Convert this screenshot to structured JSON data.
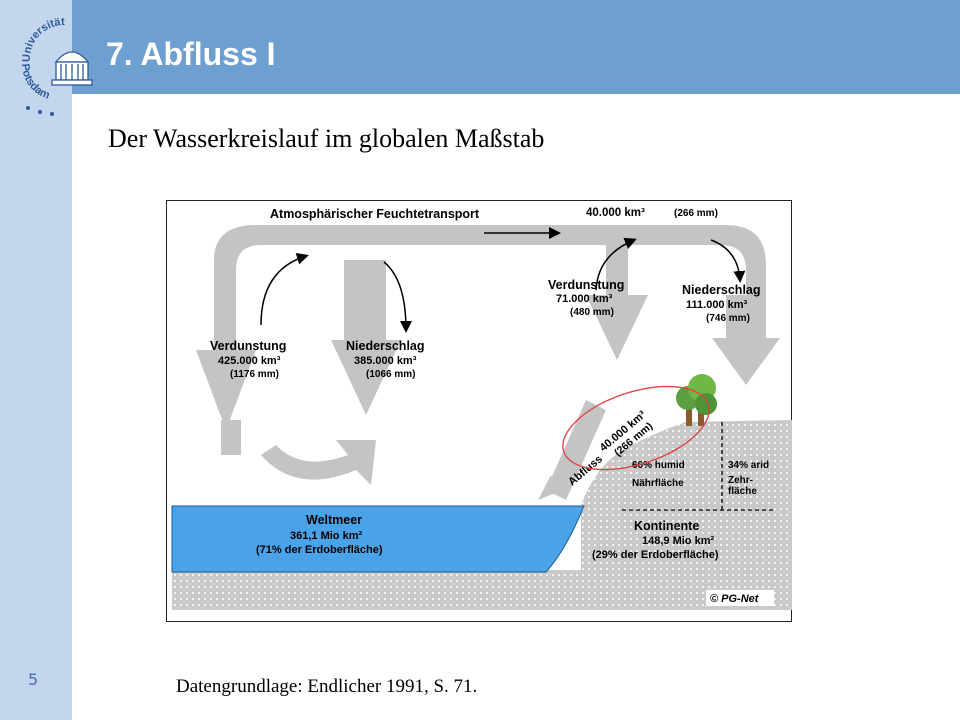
{
  "header": {
    "title": "7. Abfluss I",
    "logo_arc_top": "Universität",
    "logo_arc_bottom": "Potsdam"
  },
  "subtitle": "Der Wasserkreislauf im globalen Maßstab",
  "page_number": "5",
  "source": "Datengrundlage: Endlicher 1991, S. 71.",
  "diagram": {
    "transport_label": "Atmosphärischer Feuchtetransport",
    "transport_value": "40.000 km³",
    "transport_mm": "(266 mm)",
    "ocean_evap": {
      "label": "Verdunstung",
      "value": "425.000 km³",
      "mm": "(1176 mm)"
    },
    "ocean_precip": {
      "label": "Niederschlag",
      "value": "385.000 km³",
      "mm": "(1066 mm)"
    },
    "land_evap": {
      "label": "Verdunstung",
      "value": "71.000 km³",
      "mm": "(480 mm)"
    },
    "land_precip": {
      "label": "Niederschlag",
      "value": "111.000 km³",
      "mm": "(746 mm)"
    },
    "runoff": {
      "label": "Abfluss",
      "value": "40.000 km³",
      "mm": "(266 mm)"
    },
    "ocean": {
      "label": "Weltmeer",
      "value": "361,1 Mio km²",
      "share": "(71% der Erdoberfläche)"
    },
    "continents": {
      "label": "Kontinente",
      "value": "148,9 Mio km²",
      "share": "(29% der Erdoberfläche)"
    },
    "humid": {
      "pct": "66% humid",
      "label": "Nährfläche"
    },
    "arid": {
      "pct": "34% arid",
      "label1": "Zehr-",
      "label2": "fläche"
    },
    "credit": "© PG-Net",
    "colors": {
      "ocean": "#4aa3e8",
      "arrows": "#c4c4c4",
      "land": "#c8c8c8",
      "highlight": "#e04040"
    }
  }
}
